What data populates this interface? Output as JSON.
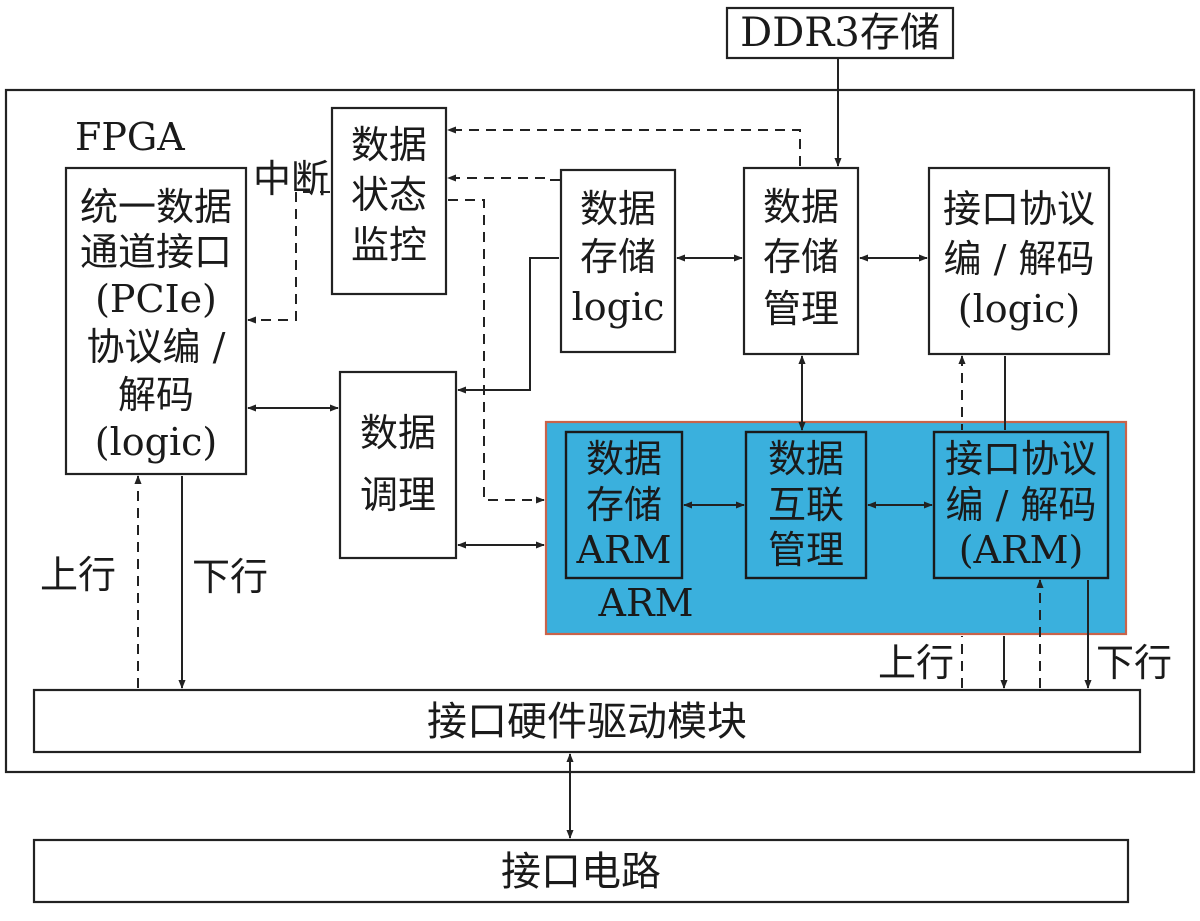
{
  "labels": {
    "ddr3": "DDR3存储",
    "fpga": "FPGA",
    "interrupt": "中断",
    "unified": [
      "统一数据",
      "通道接口",
      "(PCIe)",
      "协议编 /",
      "解码",
      "(logic)"
    ],
    "status_monitor": [
      "数据",
      "状态",
      "监控"
    ],
    "storage_logic": [
      "数据",
      "存储",
      "logic"
    ],
    "storage_mgmt": [
      "数据",
      "存储",
      "管理"
    ],
    "proto_logic": [
      "接口协议",
      "编 / 解码",
      "(logic)"
    ],
    "scheduling": [
      "数据",
      "调理"
    ],
    "storage_arm": [
      "数据",
      "存储",
      "ARM"
    ],
    "interconnect_mgmt": [
      "数据",
      "互联",
      "管理"
    ],
    "proto_arm": [
      "接口协议",
      "编 / 解码",
      "(ARM)"
    ],
    "arm_region": "ARM",
    "uplink_left": "上行",
    "downlink_left": "下行",
    "uplink_right": "上行",
    "downlink_right": "下行",
    "hw_driver": "接口硬件驱动模块",
    "interface_circuit": "接口电路"
  },
  "colors": {
    "arm_fill": "#3ab0dd",
    "arm_border": "#c9634a",
    "line": "#222222"
  }
}
